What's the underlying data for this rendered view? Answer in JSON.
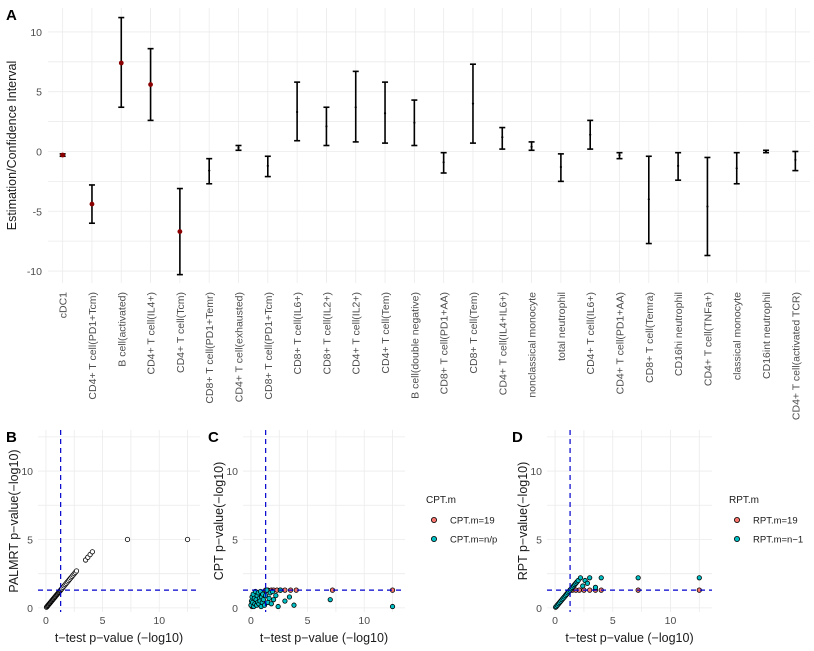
{
  "chart_data": [
    {
      "panel": "A",
      "type": "errorbar",
      "ylabel": "Estimation/Confidence Interval",
      "xlabel": "",
      "ylim": [
        -11,
        12
      ],
      "yticks": [
        -10,
        -5,
        0,
        5,
        10
      ],
      "highlight_color": "#8b0000",
      "categories": [
        "cDC1",
        "CD4+ T cell(PD1+Tcm)",
        "B cell(activated)",
        "CD4+ T cell(IL4+)",
        "CD4+ T cell(Tcm)",
        "CD8+ T cell(PD1+Temr)",
        "CD4+ T cell(exhausted)",
        "CD8+ T cell(PD1+Tcm)",
        "CD8+ T cell(IL6+)",
        "CD8+ T cell(IL2+)",
        "CD4+ T cell(IL2+)",
        "CD4+ T cell(Tem)",
        "B cell(double negative)",
        "CD8+ T cell(PD1+AA)",
        "CD8+ T cell(Tem)",
        "CD4+ T cell(IL4+IL6+)",
        "nonclassical monocyte",
        "total neutrophil",
        "CD4+ T cell(IL6+)",
        "CD4+ T cell(PD1+AA)",
        "CD8+ T cell(Temra)",
        "CD16hi neutrophil",
        "CD4+ T cell(TNFa+)",
        "classical monocyte",
        "CD16int neutrophil",
        "CD4+ T cell(activated TCR)"
      ],
      "estimate": [
        -0.3,
        -4.4,
        7.4,
        5.6,
        -6.7,
        -1.6,
        0.3,
        -1.2,
        3.3,
        2.1,
        3.7,
        3.2,
        2.4,
        -0.9,
        4.0,
        1.2,
        0.4,
        -1.3,
        1.4,
        -0.3,
        -4.0,
        -1.2,
        -4.6,
        -1.4,
        0.0,
        -0.7
      ],
      "lower": [
        -0.4,
        -6.0,
        3.7,
        2.6,
        -10.3,
        -2.7,
        0.1,
        -2.1,
        0.9,
        0.5,
        0.8,
        0.7,
        0.5,
        -1.8,
        0.7,
        0.2,
        0.1,
        -2.5,
        0.2,
        -0.6,
        -7.7,
        -2.4,
        -8.7,
        -2.7,
        -0.1,
        -1.6
      ],
      "upper": [
        -0.2,
        -2.8,
        11.2,
        8.6,
        -3.1,
        -0.6,
        0.5,
        -0.4,
        5.8,
        3.7,
        6.7,
        5.8,
        4.3,
        -0.1,
        7.3,
        2.0,
        0.8,
        -0.2,
        2.6,
        -0.1,
        -0.4,
        -0.1,
        -0.5,
        -0.1,
        0.1,
        0.0
      ],
      "significant": [
        true,
        true,
        true,
        true,
        true,
        false,
        false,
        false,
        false,
        false,
        false,
        false,
        false,
        false,
        false,
        false,
        false,
        false,
        false,
        false,
        false,
        false,
        false,
        false,
        false,
        false
      ]
    },
    {
      "panel": "B",
      "type": "scatter",
      "xlabel": "t−test p−value (−log10)",
      "ylabel": "PALMRT p−value(−log10)",
      "xlim": [
        -0.7,
        13.6
      ],
      "ylim": [
        -0.3,
        13
      ],
      "xticks": [
        0,
        5,
        10
      ],
      "yticks": [
        0,
        5,
        10
      ],
      "threshold": 1.3,
      "threshold_color": "#0000cc",
      "series": [
        {
          "color": "#ffffff",
          "stroke": "#000000",
          "x": [
            0.05,
            0.1,
            0.15,
            0.2,
            0.25,
            0.3,
            0.35,
            0.4,
            0.45,
            0.5,
            0.55,
            0.6,
            0.65,
            0.7,
            0.75,
            0.8,
            0.85,
            0.9,
            0.95,
            1.0,
            1.05,
            1.1,
            1.15,
            1.2,
            1.25,
            1.3,
            1.35,
            1.4,
            1.5,
            1.6,
            1.7,
            1.8,
            1.9,
            2.0,
            2.1,
            2.2,
            2.3,
            2.4,
            2.5,
            2.6,
            2.7,
            3.5,
            3.7,
            3.9,
            4.1,
            7.2,
            12.5
          ],
          "y": [
            0.05,
            0.1,
            0.15,
            0.2,
            0.25,
            0.3,
            0.35,
            0.4,
            0.45,
            0.5,
            0.55,
            0.6,
            0.65,
            0.7,
            0.75,
            0.8,
            0.85,
            0.9,
            0.95,
            1.0,
            1.05,
            1.1,
            1.15,
            1.2,
            1.25,
            1.3,
            1.35,
            1.4,
            1.5,
            1.6,
            1.7,
            1.8,
            1.9,
            2.0,
            2.1,
            2.2,
            2.3,
            2.4,
            2.5,
            2.6,
            2.7,
            3.5,
            3.7,
            3.9,
            4.1,
            5.0,
            5.0
          ]
        }
      ]
    },
    {
      "panel": "C",
      "type": "scatter",
      "xlabel": "t−test p−value (−log10)",
      "ylabel": "CPT p−value(−log10)",
      "xlim": [
        -0.7,
        13.6
      ],
      "ylim": [
        -0.3,
        13
      ],
      "xticks": [
        0,
        5,
        10
      ],
      "yticks": [
        0,
        5,
        10
      ],
      "threshold": 1.3,
      "threshold_color": "#0000cc",
      "legend_title": "CPT.m",
      "series": [
        {
          "name": "CPT.m=19",
          "color": "#f8766d",
          "x": [
            0.1,
            0.2,
            0.3,
            0.4,
            0.5,
            0.6,
            0.7,
            0.8,
            0.9,
            1.0,
            1.1,
            1.2,
            1.3,
            1.5,
            1.8,
            2.0,
            2.3,
            2.6,
            3.0,
            3.5,
            4.0,
            7.2,
            12.5
          ],
          "y": [
            0.1,
            0.2,
            0.3,
            0.4,
            0.5,
            0.6,
            0.7,
            0.8,
            0.9,
            1.0,
            1.1,
            1.2,
            1.3,
            1.3,
            1.3,
            1.3,
            1.3,
            1.3,
            1.3,
            1.3,
            1.3,
            1.3,
            1.3
          ]
        },
        {
          "name": "CPT.m=n/p",
          "color": "#00bfc4",
          "x": [
            0.0,
            0.05,
            0.1,
            0.15,
            0.2,
            0.25,
            0.3,
            0.35,
            0.4,
            0.45,
            0.5,
            0.55,
            0.6,
            0.65,
            0.7,
            0.75,
            0.8,
            0.85,
            0.9,
            0.95,
            1.0,
            1.05,
            1.1,
            1.2,
            1.3,
            1.4,
            1.5,
            1.6,
            1.7,
            1.8,
            1.9,
            2.0,
            2.2,
            2.4,
            2.6,
            3.0,
            3.4,
            3.8,
            7.0,
            12.5
          ],
          "y": [
            0.2,
            0.5,
            0.8,
            0.4,
            1.0,
            0.1,
            0.7,
            0.3,
            1.2,
            0.6,
            0.2,
            0.9,
            0.4,
            1.1,
            0.3,
            0.7,
            0.5,
            1.2,
            0.1,
            0.8,
            0.4,
            1.0,
            0.6,
            0.2,
            0.9,
            1.3,
            0.4,
            0.7,
            1.1,
            0.3,
            1.2,
            0.6,
            0.9,
            0.1,
            1.3,
            0.5,
            0.8,
            0.2,
            0.6,
            0.1
          ]
        }
      ]
    },
    {
      "panel": "D",
      "type": "scatter",
      "xlabel": "t−test p−value (−log10)",
      "ylabel": "RPT p−value(−log10)",
      "xlim": [
        -0.7,
        13.6
      ],
      "ylim": [
        -0.3,
        13
      ],
      "xticks": [
        0,
        5,
        10
      ],
      "yticks": [
        0,
        5,
        10
      ],
      "threshold": 1.3,
      "threshold_color": "#0000cc",
      "legend_title": "RPT.m",
      "series": [
        {
          "name": "RPT.m=19",
          "color": "#f8766d",
          "x": [
            0.1,
            0.2,
            0.3,
            0.4,
            0.5,
            0.6,
            0.7,
            0.8,
            0.9,
            1.0,
            1.1,
            1.2,
            1.3,
            1.5,
            1.8,
            2.1,
            2.5,
            3.0,
            3.5,
            4.0,
            7.2,
            12.5
          ],
          "y": [
            0.1,
            0.2,
            0.3,
            0.4,
            0.5,
            0.6,
            0.7,
            0.8,
            0.9,
            1.0,
            1.1,
            1.2,
            1.3,
            1.3,
            1.3,
            1.3,
            1.3,
            1.3,
            1.3,
            1.3,
            1.3,
            1.3
          ]
        },
        {
          "name": "RPT.m=n−1",
          "color": "#00bfc4",
          "x": [
            0.05,
            0.1,
            0.2,
            0.3,
            0.4,
            0.5,
            0.6,
            0.7,
            0.8,
            0.9,
            1.0,
            1.1,
            1.2,
            1.3,
            1.4,
            1.5,
            1.6,
            1.7,
            1.8,
            1.9,
            2.0,
            2.2,
            2.4,
            2.6,
            2.8,
            3.0,
            3.5,
            4.0,
            7.2,
            12.5
          ],
          "y": [
            0.05,
            0.1,
            0.2,
            0.3,
            0.4,
            0.5,
            0.6,
            0.7,
            0.8,
            0.9,
            1.0,
            1.1,
            1.2,
            1.3,
            1.4,
            1.5,
            1.6,
            1.7,
            1.8,
            1.9,
            2.0,
            2.2,
            1.6,
            2.0,
            1.8,
            2.2,
            1.5,
            2.2,
            2.2,
            2.2
          ]
        }
      ]
    }
  ]
}
